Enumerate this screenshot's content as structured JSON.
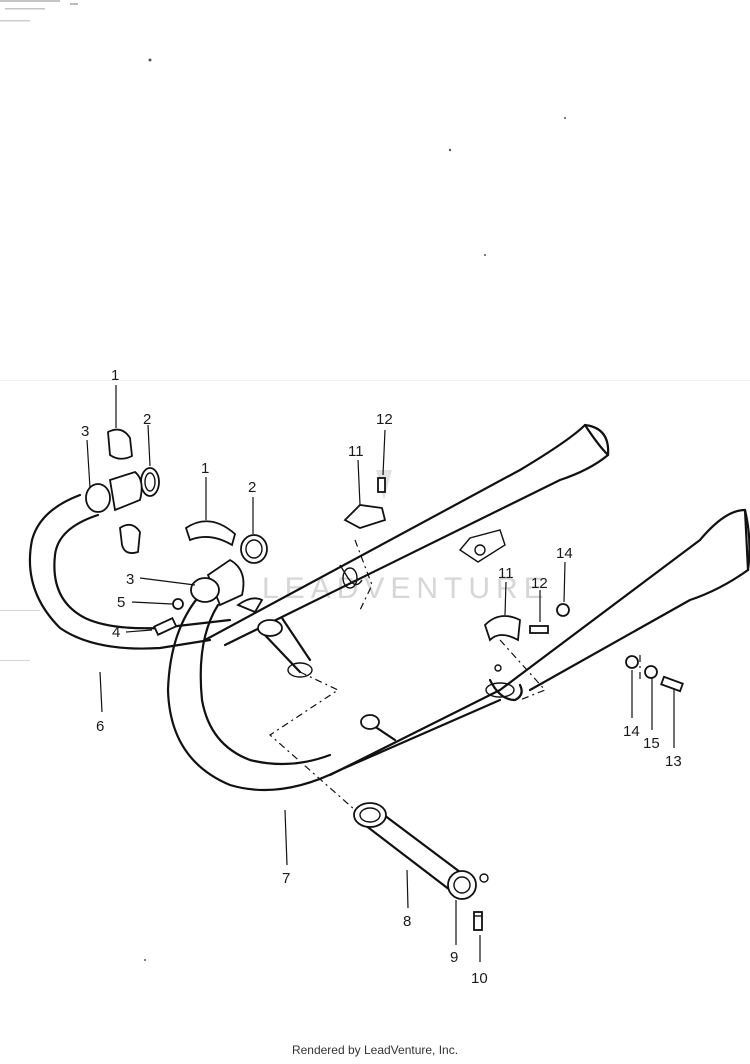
{
  "diagram": {
    "part_numbers": [
      "1",
      "2",
      "3",
      "1",
      "2",
      "3",
      "5",
      "4",
      "6",
      "7",
      "8",
      "9",
      "10",
      "11",
      "12",
      "11",
      "12",
      "14",
      "14",
      "15",
      "13"
    ],
    "watermark": "LEADVENTURE"
  },
  "footer": {
    "text": "Rendered by LeadVenture, Inc."
  },
  "colors": {
    "line": "#111111",
    "background": "#ffffff",
    "watermark": "#d6d6d6"
  },
  "icons": [
    "leadventure-logo-watermark"
  ]
}
